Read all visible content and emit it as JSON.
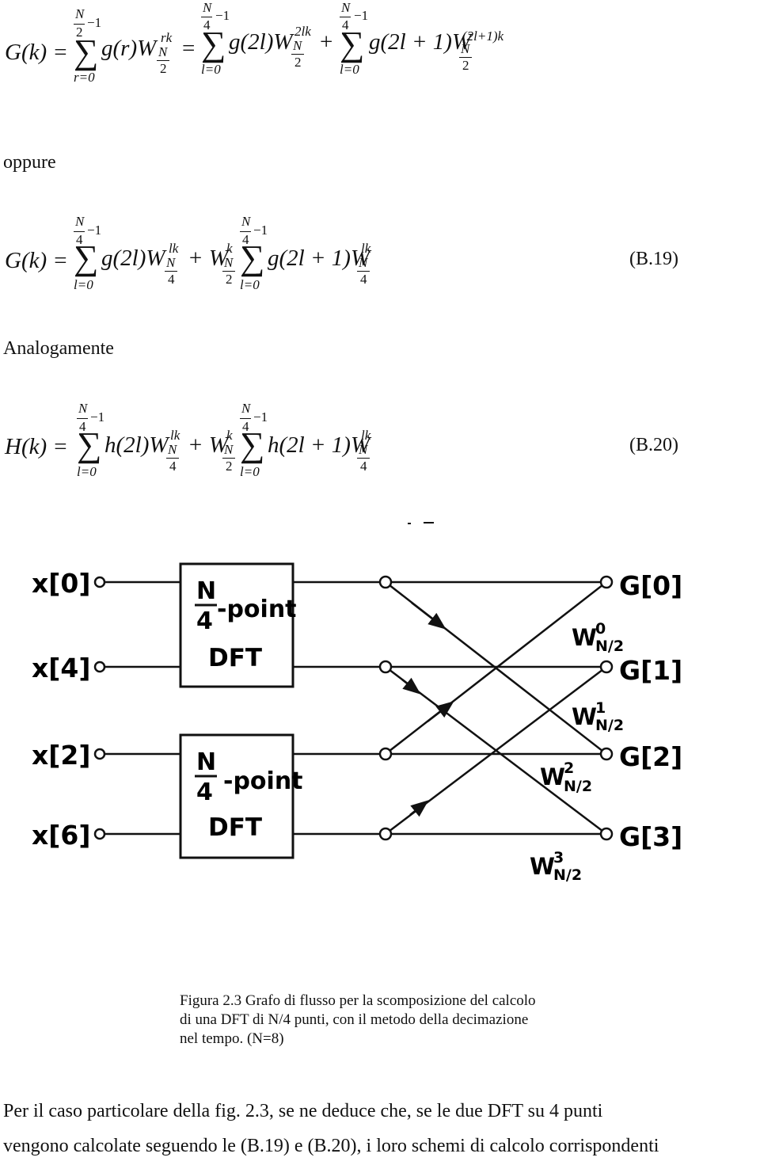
{
  "equations": {
    "eq1": {
      "lhs": "G(k) =",
      "sum1": {
        "top": "N",
        "top_den": "2",
        "top_minus": "−1",
        "bottom": "r=0",
        "body": "g(r)W",
        "sup": "rk",
        "sub_num": "N",
        "sub_den": "2"
      },
      "eq_sign": "=",
      "sum2": {
        "top": "N",
        "top_den": "4",
        "top_minus": "−1",
        "bottom": "l=0",
        "body": "g(2l)W",
        "sup": "2lk",
        "sub_num": "N",
        "sub_den": "2"
      },
      "plus": "+",
      "sum3": {
        "top": "N",
        "top_den": "4",
        "top_minus": "−1",
        "bottom": "l=0",
        "body": "g(2l + 1)W",
        "sup": "(2l+1)k",
        "sub_num": "N",
        "sub_den": "2"
      }
    },
    "eq2": {
      "lhs": "G(k) =",
      "sum1": {
        "top": "N",
        "top_den": "4",
        "top_minus": "−1",
        "bottom": "l=0",
        "body": "g(2l)W",
        "sup": "lk",
        "sub_num": "N",
        "sub_den": "4"
      },
      "mid": "+ W",
      "mid_sup": "k",
      "mid_sub_num": "N",
      "mid_sub_den": "2",
      "sum2": {
        "top": "N",
        "top_den": "4",
        "top_minus": "−1",
        "bottom": "l=0",
        "body": "g(2l + 1)W",
        "sup": "lk",
        "sub_num": "N",
        "sub_den": "4"
      },
      "label": "(B.19)"
    },
    "eq3": {
      "lhs": "H(k) =",
      "sum1": {
        "top": "N",
        "top_den": "4",
        "top_minus": "−1",
        "bottom": "l=0",
        "body": "h(2l)W",
        "sup": "lk",
        "sub_num": "N",
        "sub_den": "4"
      },
      "mid": "+ W",
      "mid_sup": "k",
      "mid_sub_num": "N",
      "mid_sub_den": "2",
      "sum2": {
        "top": "N",
        "top_den": "4",
        "top_minus": "−1",
        "bottom": "l=0",
        "body": "h(2l + 1)W",
        "sup": "lk",
        "sub_num": "N",
        "sub_den": "4"
      },
      "label": "(B.20)"
    }
  },
  "text": {
    "oppure": "oppure",
    "analogamente": "Analogamente",
    "caption_line1": "Figura 2.3 Grafo di flusso per la scomposizione del calcolo",
    "caption_line2": "di una DFT di N/4 punti, con il metodo della decimazione",
    "caption_line3": "nel tempo. (N=8)",
    "para_line1": "Per il caso particolare della fig. 2.3,  se ne deduce che, se le due DFT su 4 punti",
    "para_line2": "vengono calcolate seguendo le (B.19) e (B.20), i loro schemi di calcolo corrispondenti"
  },
  "diagram": {
    "inputs": [
      "x[0]",
      "x[4]",
      "x[2]",
      "x[6]"
    ],
    "outputs": [
      "G[0]",
      "G[1]",
      "G[2]",
      "G[3]"
    ],
    "block_top": {
      "num": "N",
      "den": "4",
      "suffix": "-point",
      "name": "DFT"
    },
    "block_bottom": {
      "num": "N",
      "den": "4",
      "suffix": "-point",
      "name": "DFT"
    },
    "twiddles": [
      {
        "base": "W",
        "sup": "0",
        "sub": "N/2"
      },
      {
        "base": "W",
        "sup": "1",
        "sub": "N/2"
      },
      {
        "base": "W",
        "sup": "2",
        "sub": "N/2"
      },
      {
        "base": "W",
        "sup": "3",
        "sub": "N/2"
      }
    ]
  }
}
